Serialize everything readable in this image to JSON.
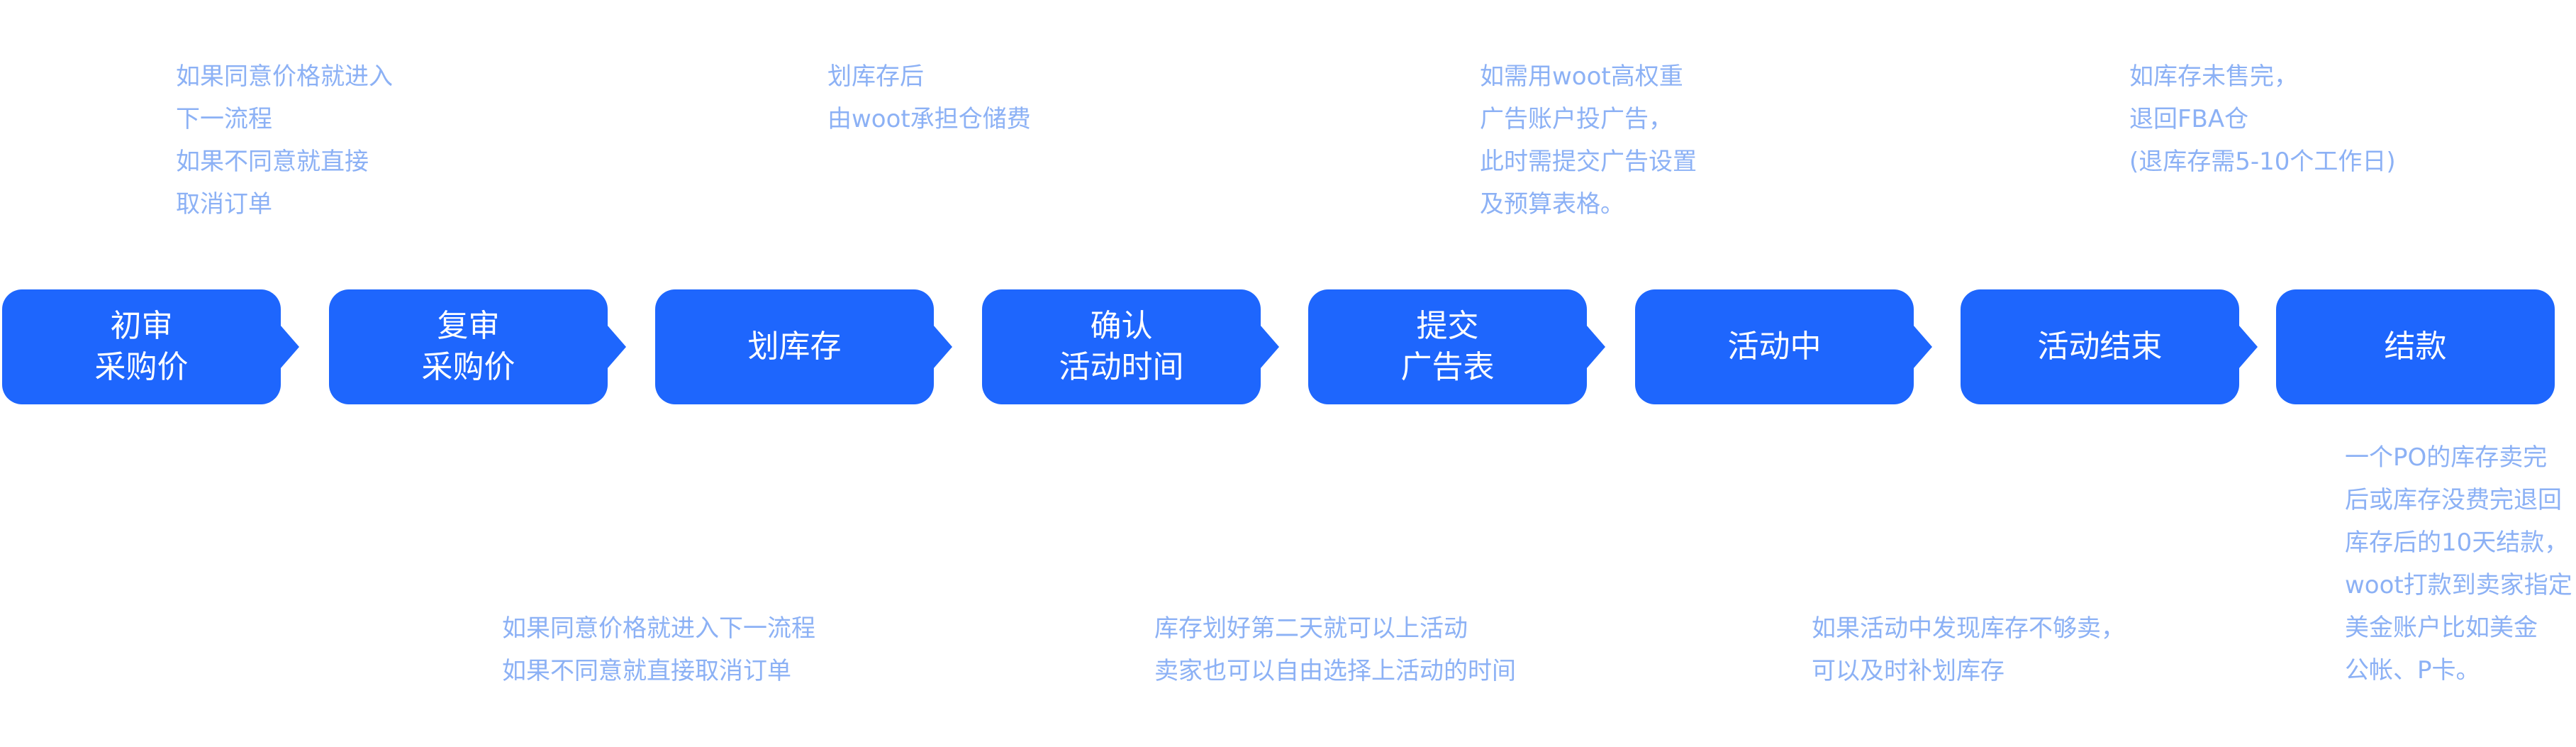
{
  "steps": [
    {
      "label": "初审\n采购价"
    },
    {
      "label": "复审\n采购价"
    },
    {
      "label": "划库存"
    },
    {
      "label": "确认\n活动时间"
    },
    {
      "label": "提交\n广告表"
    },
    {
      "label": "活动中"
    },
    {
      "label": "活动结束"
    },
    {
      "label": "结款"
    }
  ],
  "notes_top": [
    {
      "step": "初审采购价",
      "text": "如果同意价格就进入\n下一流程\n如果不同意就直接\n取消订单"
    },
    {
      "step": "划库存",
      "text": "划库存后\n由woot承担仓储费"
    },
    {
      "step": "提交广告表",
      "text": "如需用woot高权重\n广告账户投广告，\n此时需提交广告设置\n及预算表格。"
    },
    {
      "step": "活动结束",
      "text": "如库存未售完，\n退回FBA仓\n(退库存需5-10个工作日)"
    }
  ],
  "notes_bottom": [
    {
      "step": "复审采购价",
      "text": "如果同意价格就进入下一流程\n如果不同意就直接取消订单"
    },
    {
      "step": "确认活动时间",
      "text": "库存划好第二天就可以上活动\n卖家也可以自由选择上活动的时间"
    },
    {
      "step": "活动中",
      "text": "如果活动中发现库存不够卖，\n可以及时补划库存"
    },
    {
      "step": "结款",
      "text": "一个PO的库存卖完\n后或库存没费完退回\n库存后的10天结款，\nwoot打款到卖家指定\n美金账户比如美金\n公帐、P卡。"
    }
  ],
  "colors": {
    "step_fill": "#1e66fd",
    "step_text": "#ffffff",
    "note_text": "#8cb1f5"
  }
}
